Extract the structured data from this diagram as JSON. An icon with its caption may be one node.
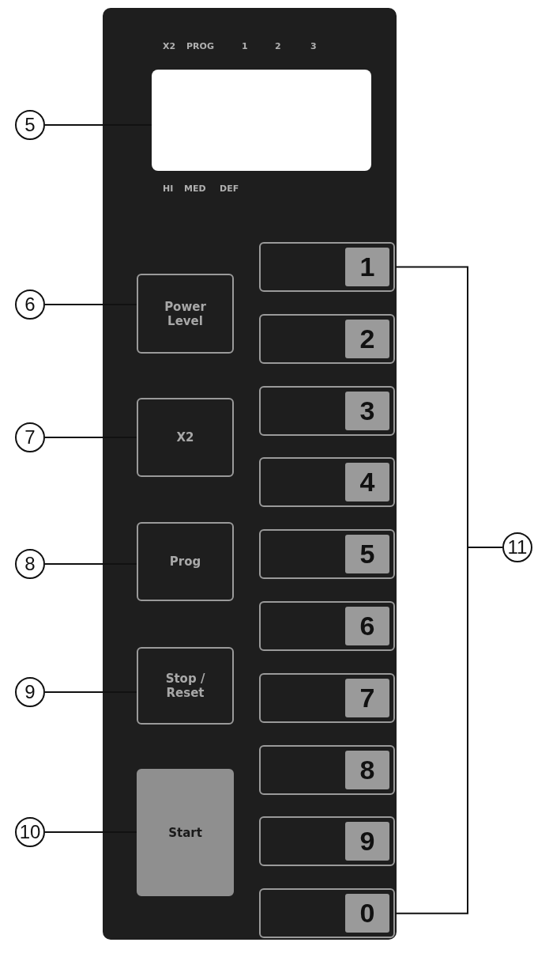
{
  "diagram": {
    "nodes": [
      {
        "text": [],
        "shape": "box"
      },
      {
        "text": [
          "5"
        ]
      },
      {
        "text": [
          "6"
        ]
      },
      {
        "text": [
          "Power Level"
        ]
      },
      {
        "text": [
          "7"
        ]
      },
      {
        "text": [
          "X2"
        ]
      },
      {
        "text": [
          "8"
        ]
      },
      {
        "text": [
          "Prog"
        ]
      },
      {
        "text": [
          "9"
        ]
      },
      {
        "text": [
          "Stop / Reset"
        ]
      },
      {
        "text": [
          "10"
        ]
      },
      {
        "text": [
          "Start"
        ]
      },
      {
        "text": [
          "1"
        ]
      },
      {
        "text": [
          "2"
        ]
      },
      {
        "text": [
          "3"
        ]
      },
      {
        "text": [
          "4"
        ]
      },
      {
        "text": [
          "5"
        ]
      },
      {
        "text": [
          "6"
        ]
      },
      {
        "text": [
          "7"
        ]
      },
      {
        "text": [
          "8"
        ]
      },
      {
        "text": [
          "9"
        ]
      },
      {
        "text": [
          "0"
        ]
      },
      {
        "text": [
          "11"
        ]
      }
    ],
    "edges": [
      {
        "from": 1,
        "to": 0,
        "arrow": "none"
      },
      {
        "from": 2,
        "to": 3,
        "arrow": "none"
      },
      {
        "from": 4,
        "to": 5,
        "arrow": "none"
      },
      {
        "from": 6,
        "to": 7,
        "arrow": "none"
      },
      {
        "from": 8,
        "to": 9,
        "arrow": "none"
      },
      {
        "from": 10,
        "to": 11,
        "arrow": "none"
      },
      {
        "from": 22,
        "to": 12,
        "arrow": "none"
      },
      {
        "from": 22,
        "to": 21,
        "arrow": "none"
      }
    ],
    "labels": [
      "X2",
      "PROG",
      "1",
      "2",
      "3",
      "HI",
      "MED",
      "DEF"
    ]
  }
}
